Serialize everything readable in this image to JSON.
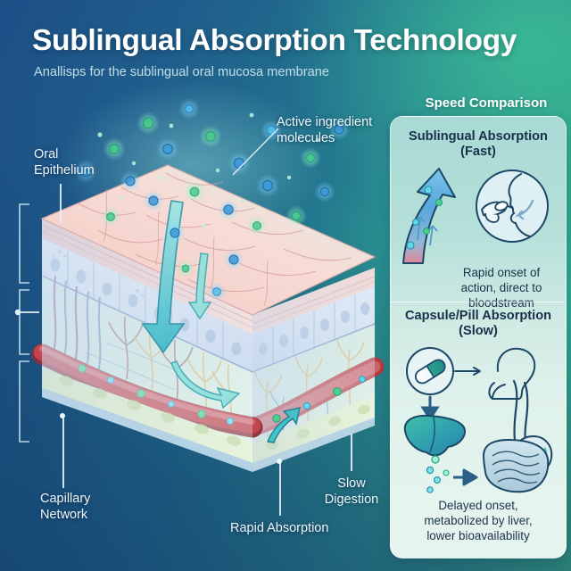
{
  "header": {
    "title": "Sublingual Absorption Technology",
    "subtitle": "Anallisps for the sublingual oral mucosa membrane"
  },
  "diagram": {
    "labels": [
      {
        "id": "oral-epithelium",
        "line1": "Oral",
        "line2": "Epithelium"
      },
      {
        "id": "active-ingredient-molecules",
        "line1": "Active ingredient",
        "line2": "molecules"
      },
      {
        "id": "capillary-network",
        "line1": "Capillary",
        "line2": "Network"
      },
      {
        "id": "rapid-absorption",
        "line1": "Rapid Absorption",
        "line2": ""
      },
      {
        "id": "slow-digestion",
        "line1": "Slow",
        "line2": "Digestion"
      }
    ],
    "molecule_colors": {
      "blue": "#3f9ede",
      "green": "#4ecf92"
    },
    "tissue_colors": {
      "epithelium_top": "#f5cfc9",
      "columnar_cells": "#ccd9ee",
      "connective": "#bfe0da",
      "vessel_red": "#c8494f",
      "vein_blue": "#7d8fc4",
      "muscle_green": "#c9e0a8"
    },
    "flow_arrow_color": "#49c4cf"
  },
  "sidepanel": {
    "section_title": "Speed Comparison",
    "fast": {
      "heading_line1": "Sublingual Absorption",
      "heading_line2": "(Fast)",
      "caption_line1": "Rapid onset of",
      "caption_line2": "action, direct to",
      "caption_line3": "bloodstream",
      "icon": "mouth-sublingual-tablet-icon",
      "arrow_color": "#4a9fd4"
    },
    "slow": {
      "heading_line1": "Capsule/Pill Absorption",
      "heading_line2": "(Slow)",
      "caption_line1": "Delayed onset,",
      "caption_line2": "metabolized by liver,",
      "caption_line3": "lower bioavailability",
      "icons": [
        "capsule-icon",
        "head-esophagus-icon",
        "liver-icon",
        "stomach-icon",
        "intestines-icon"
      ],
      "arrow_color": "#2a5f86"
    }
  },
  "colors": {
    "bg_left": "#1d4f87",
    "bg_right": "#3fb87f",
    "panel_bg": "#b6e0da",
    "title_text": "#ffffff",
    "subtitle_text": "#cfe6ec",
    "label_text": "#eef6fa"
  }
}
